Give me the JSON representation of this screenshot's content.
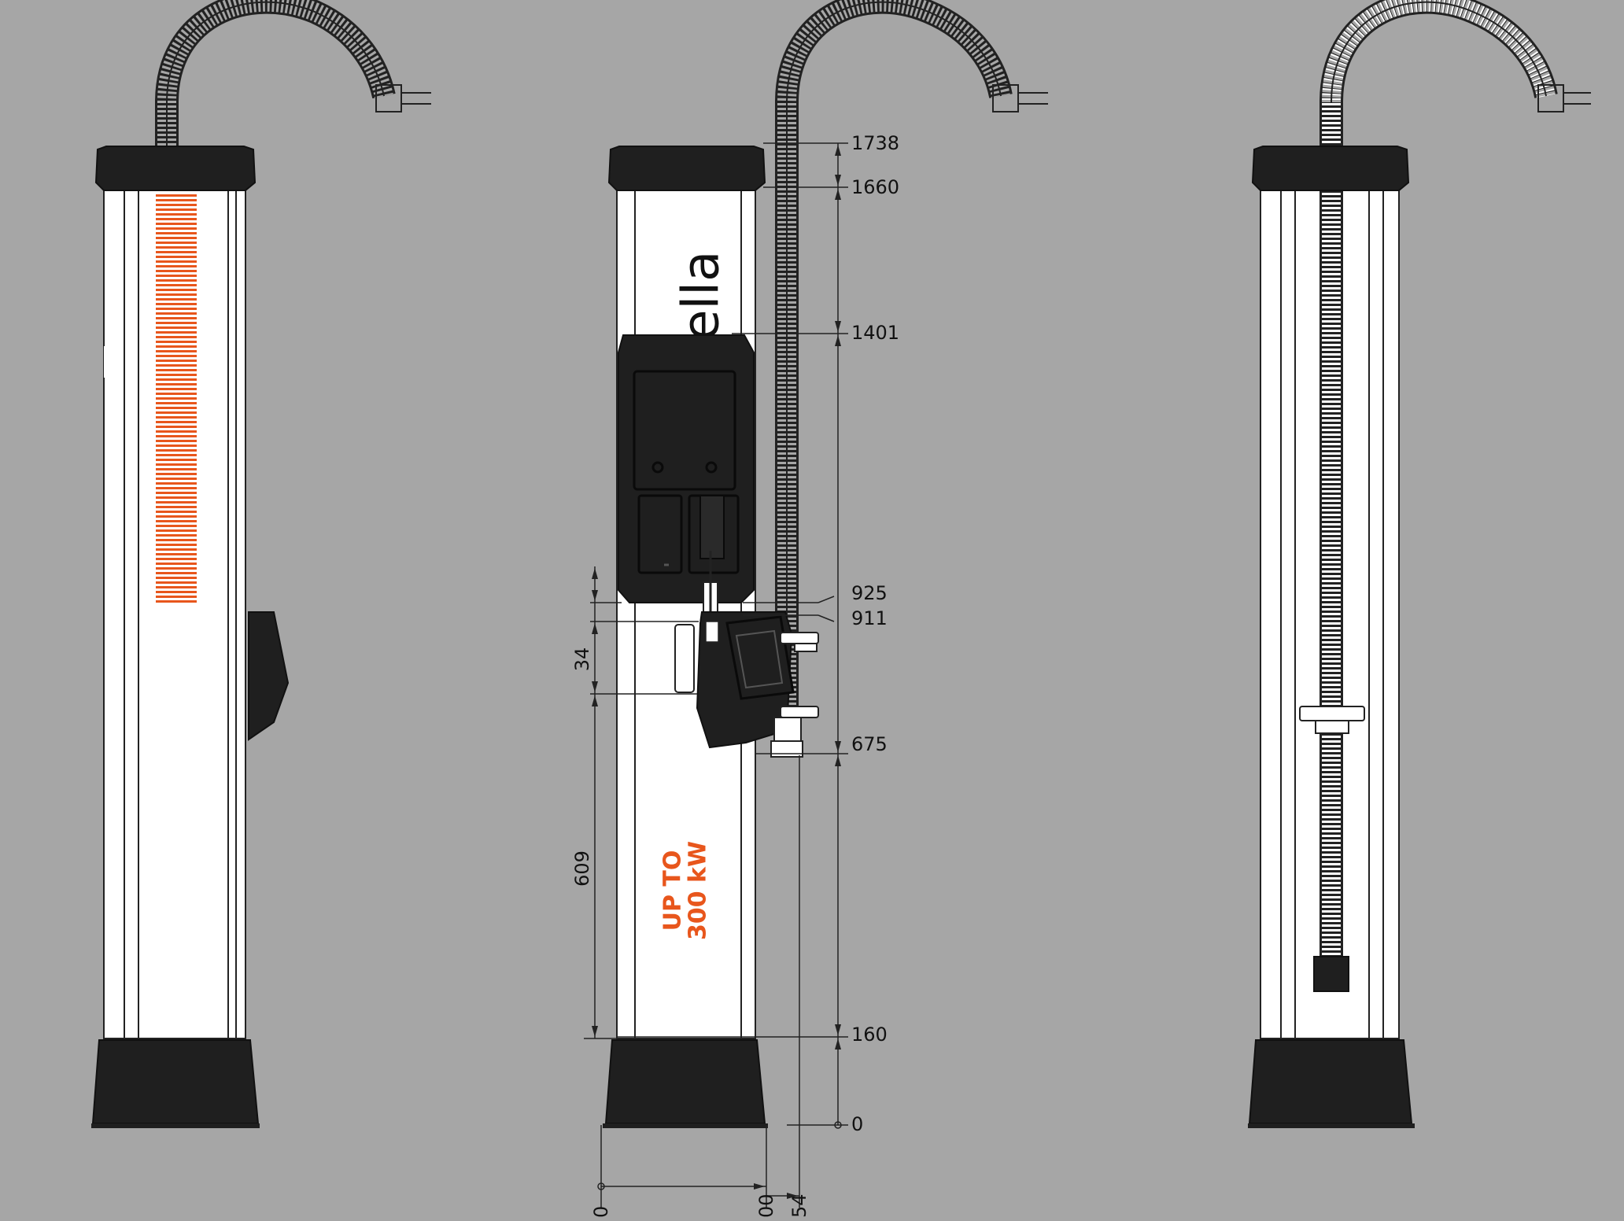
{
  "drawing": {
    "background": "#a6a6a6",
    "colors": {
      "body": "#ffffff",
      "dark": "#1f1f1f",
      "accent": "#e8561c",
      "line": "#222222"
    }
  },
  "branding": {
    "logo_text": "stella",
    "power_line1": "UP TO",
    "power_line2": "300 kW"
  },
  "dimensions": {
    "heights": [
      "1738",
      "1660",
      "1401",
      "925",
      "911",
      "675",
      "160",
      "0"
    ],
    "left_dims": [
      "34",
      "609"
    ],
    "bottom_dims": [
      "0",
      "00",
      "54"
    ]
  }
}
